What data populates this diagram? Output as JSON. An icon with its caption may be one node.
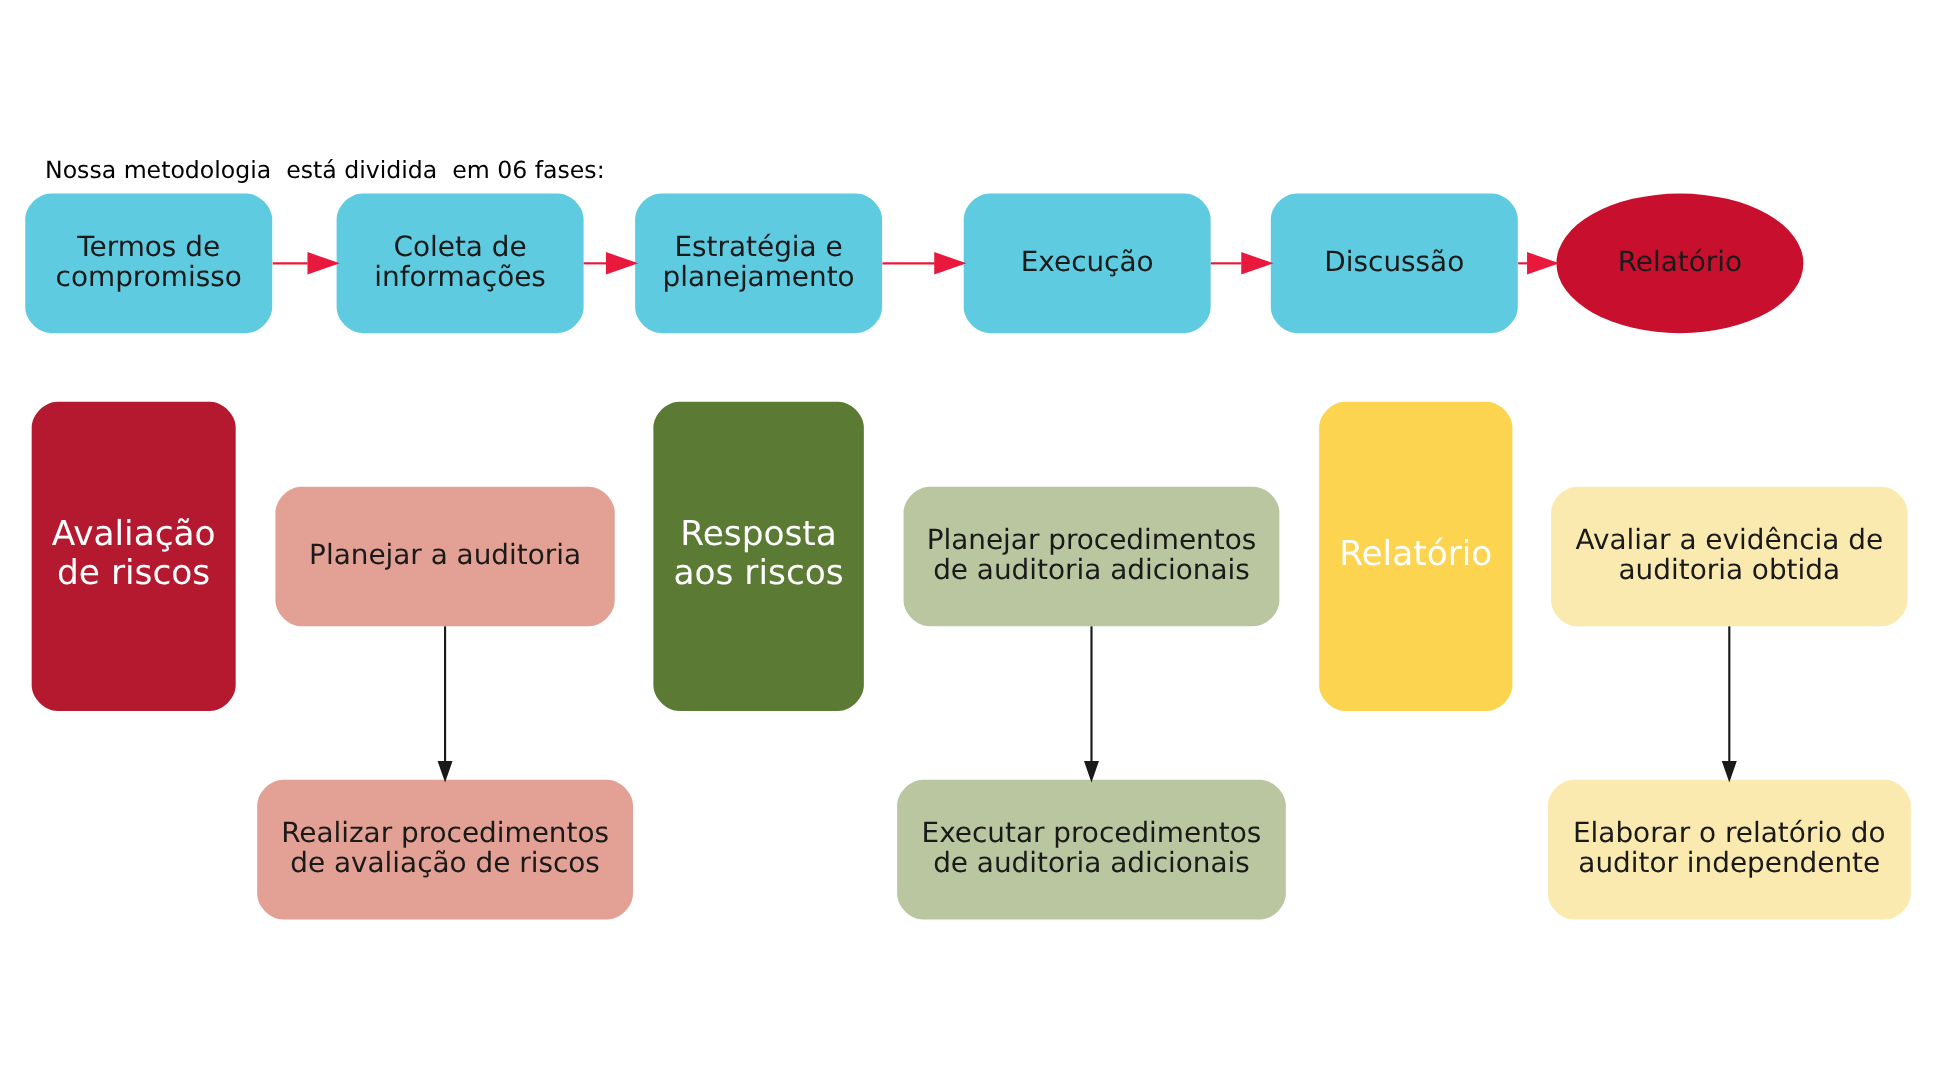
{
  "diagram": {
    "title": "Nossa metodologia  está dividida  em 06 fases:",
    "nodes": [
      {
        "text": [
          "Termos de compromisso"
        ]
      },
      {
        "text": [
          "Coleta de informações"
        ]
      },
      {
        "text": [
          "Estratégia e planejamento"
        ]
      },
      {
        "text": [
          "Execução"
        ]
      },
      {
        "text": [
          "Discussão"
        ]
      },
      {
        "text": [
          "Relatório"
        ]
      },
      {
        "text": [
          "Avaliação de riscos"
        ]
      },
      {
        "text": [
          "Planejar a auditoria"
        ]
      },
      {
        "text": [
          "Realizar procedimentos de avaliação de riscos"
        ]
      },
      {
        "text": [
          "Resposta aos riscos"
        ]
      },
      {
        "text": [
          "Planejar procedimentos de auditoria adicionais"
        ]
      },
      {
        "text": [
          "Executar procedimentos de auditoria adicionais"
        ]
      },
      {
        "text": [
          "Relatório"
        ]
      },
      {
        "text": [
          "Avaliar a evidência de auditoria obtida"
        ]
      },
      {
        "text": [
          "Elaborar o relatório do auditor independente"
        ]
      }
    ],
    "edges": [
      {
        "from": 0,
        "to": 1,
        "arrow": "to"
      },
      {
        "from": 1,
        "to": 2,
        "arrow": "to"
      },
      {
        "from": 2,
        "to": 3,
        "arrow": "to"
      },
      {
        "from": 3,
        "to": 4,
        "arrow": "to"
      },
      {
        "from": 4,
        "to": 5,
        "arrow": "to"
      },
      {
        "from": 7,
        "to": 8,
        "arrow": "to",
        "color": "#1a1a1a"
      },
      {
        "from": 10,
        "to": 11,
        "arrow": "to",
        "color": "#1a1a1a"
      },
      {
        "from": 13,
        "to": 14,
        "arrow": "to",
        "color": "#1a1a1a"
      }
    ]
  }
}
